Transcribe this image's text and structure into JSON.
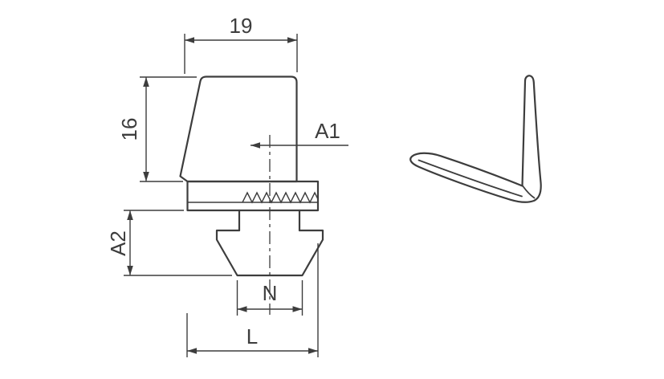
{
  "colors": {
    "line": "#3d3d3d",
    "bg": "#ffffff"
  },
  "drawing": {
    "dimensions": {
      "top_width": "19",
      "side_height": "16",
      "thread_label": "A1",
      "nut_depth": "A2",
      "nut_width": "N",
      "base_length": "L"
    }
  }
}
